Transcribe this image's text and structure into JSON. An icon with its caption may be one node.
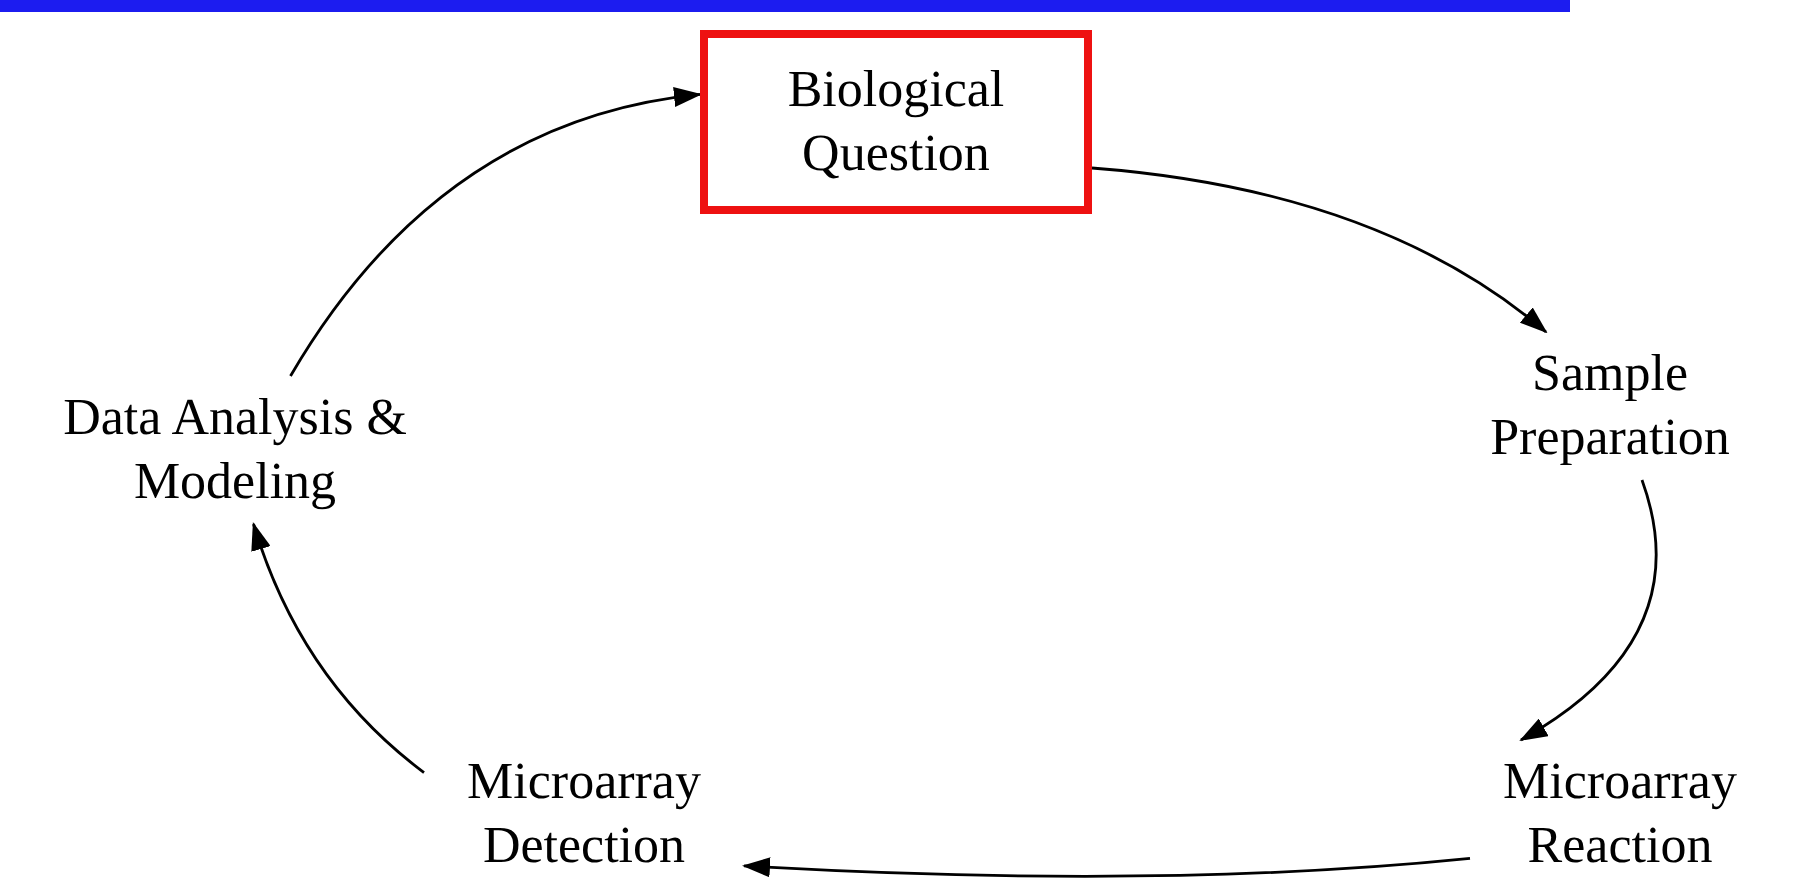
{
  "diagram": {
    "nodes": [
      {
        "text": [
          "Biological Question"
        ]
      },
      {
        "text": [
          "Sample Preparation"
        ]
      },
      {
        "text": [
          "Microarray Reaction"
        ]
      },
      {
        "text": [
          "Microarray Detection"
        ]
      },
      {
        "text": [
          "Data Analysis & Modeling"
        ]
      }
    ],
    "edges": [
      {
        "from": 0,
        "to": 1,
        "arrow": "to"
      },
      {
        "from": 1,
        "to": 2,
        "arrow": "to"
      },
      {
        "from": 2,
        "to": 3,
        "arrow": "to"
      },
      {
        "from": 3,
        "to": 4,
        "arrow": "to"
      },
      {
        "from": 4,
        "to": 0,
        "arrow": "to"
      }
    ]
  }
}
